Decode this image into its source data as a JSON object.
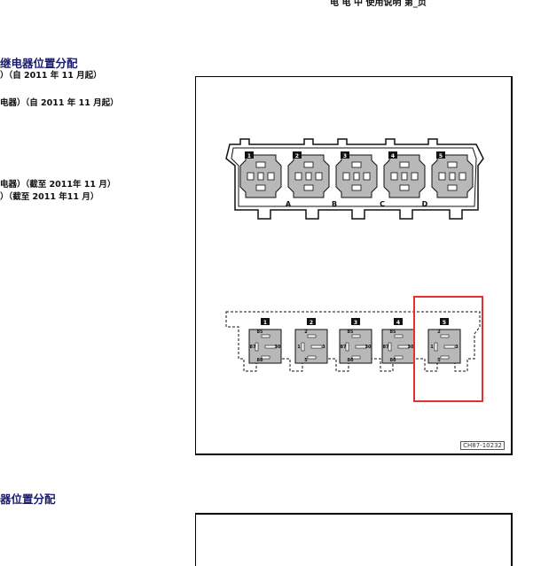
{
  "page": {
    "header": "电 电 中 使用说明 第_页",
    "section1": {
      "title": "继电器位置分配",
      "lines": [
        "）（自 2011 年 11 月起）",
        "电器）（自 2011 年 11 月起）",
        "电器）（截至 2011年 11 月）",
        "）（截至 2011 年11 月）"
      ]
    },
    "figure": {
      "code": "CH87-10232",
      "upper_panel": {
        "slot_numbers": [
          "1",
          "2",
          "3",
          "4",
          "5"
        ],
        "column_letters": [
          "A",
          "B",
          "C",
          "D"
        ]
      },
      "lower_panel": {
        "slot_numbers": [
          "1",
          "2",
          "3",
          "4",
          "5"
        ],
        "relays": [
          {
            "top": "85",
            "left": "87",
            "right": "30",
            "bottom": "86"
          },
          {
            "top": "2",
            "left": "1",
            "right": "3",
            "bottom": "5"
          },
          {
            "top": "85",
            "left": "87",
            "right": "30",
            "bottom": "86"
          },
          {
            "top": "85",
            "left": "87",
            "right": "30",
            "bottom": "86"
          },
          {
            "top": "2",
            "left": "1",
            "right": "3",
            "bottom": "5"
          }
        ]
      },
      "highlight_color": "#e03030"
    },
    "section2": {
      "title": "器位置分配"
    }
  }
}
